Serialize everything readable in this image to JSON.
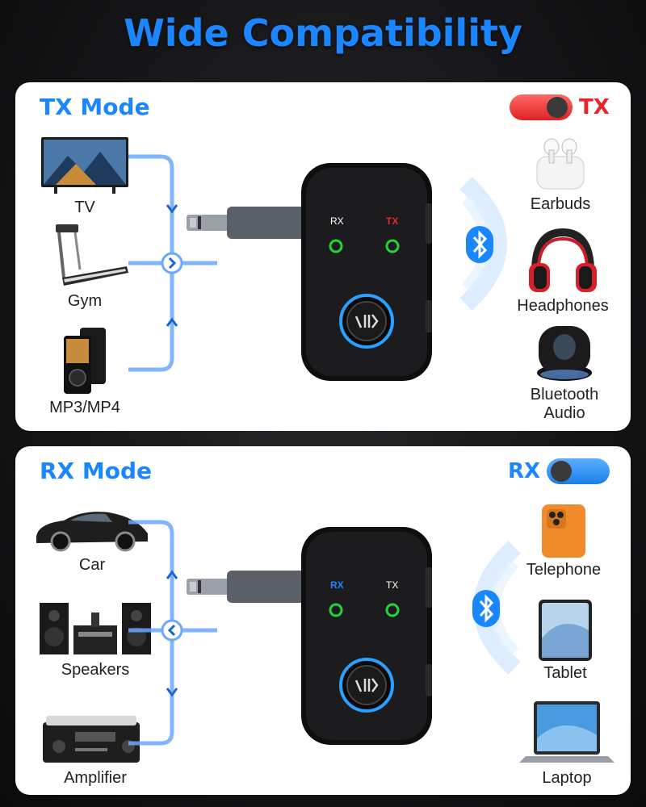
{
  "title": "Wide Compatibility",
  "tx_mode": {
    "title": "TX Mode",
    "toggle_label": "TX",
    "toggle_color": "#ff4a4a",
    "sources": [
      "TV",
      "Gym",
      "MP3/MP4"
    ],
    "targets": [
      "Earbuds",
      "Headphones",
      "Bluetooth",
      "Audio"
    ],
    "device": {
      "rx_label": "RX",
      "tx_label": "TX",
      "active": "TX"
    }
  },
  "rx_mode": {
    "title": "RX Mode",
    "toggle_label": "RX",
    "toggle_color": "#1a86ff",
    "sources": [
      "Car",
      "Speakers",
      "Amplifier"
    ],
    "targets": [
      "Telephone",
      "Tablet",
      "Laptop"
    ],
    "device": {
      "rx_label": "RX",
      "tx_label": "TX",
      "active": "RX"
    }
  },
  "colors": {
    "accent": "#1a86ff",
    "tx_red": "#e8262b",
    "led_green": "#22d43a"
  }
}
